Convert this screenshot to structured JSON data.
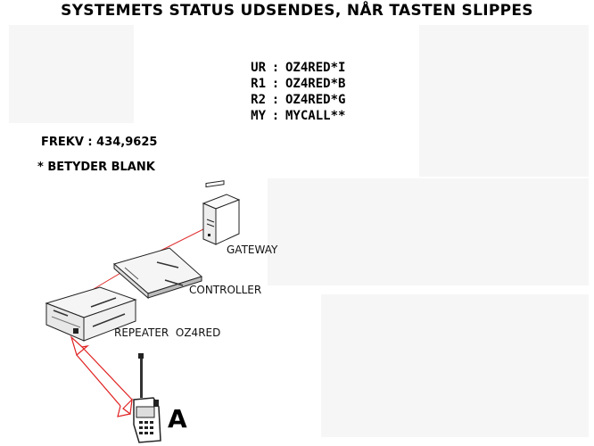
{
  "title": "SYSTEMETS STATUS UDSENDES, NÅR TASTEN SLIPPES",
  "routing": [
    {
      "key": "UR",
      "value": "OZ4RED*I"
    },
    {
      "key": "R1",
      "value": "OZ4RED*B"
    },
    {
      "key": "R2",
      "value": "OZ4RED*G"
    },
    {
      "key": "MY",
      "value": "MYCALL**"
    }
  ],
  "separator": ":",
  "frequency": "FREKV : 434,9625",
  "note": "* BETYDER BLANK",
  "labels": {
    "gateway": "GATEWAY",
    "controller": "CONTROLLER",
    "repeater": "REPEATER  OZ4RED",
    "station": "A"
  },
  "colors": {
    "link_line": "#e03030",
    "arrow": "#e02020"
  }
}
